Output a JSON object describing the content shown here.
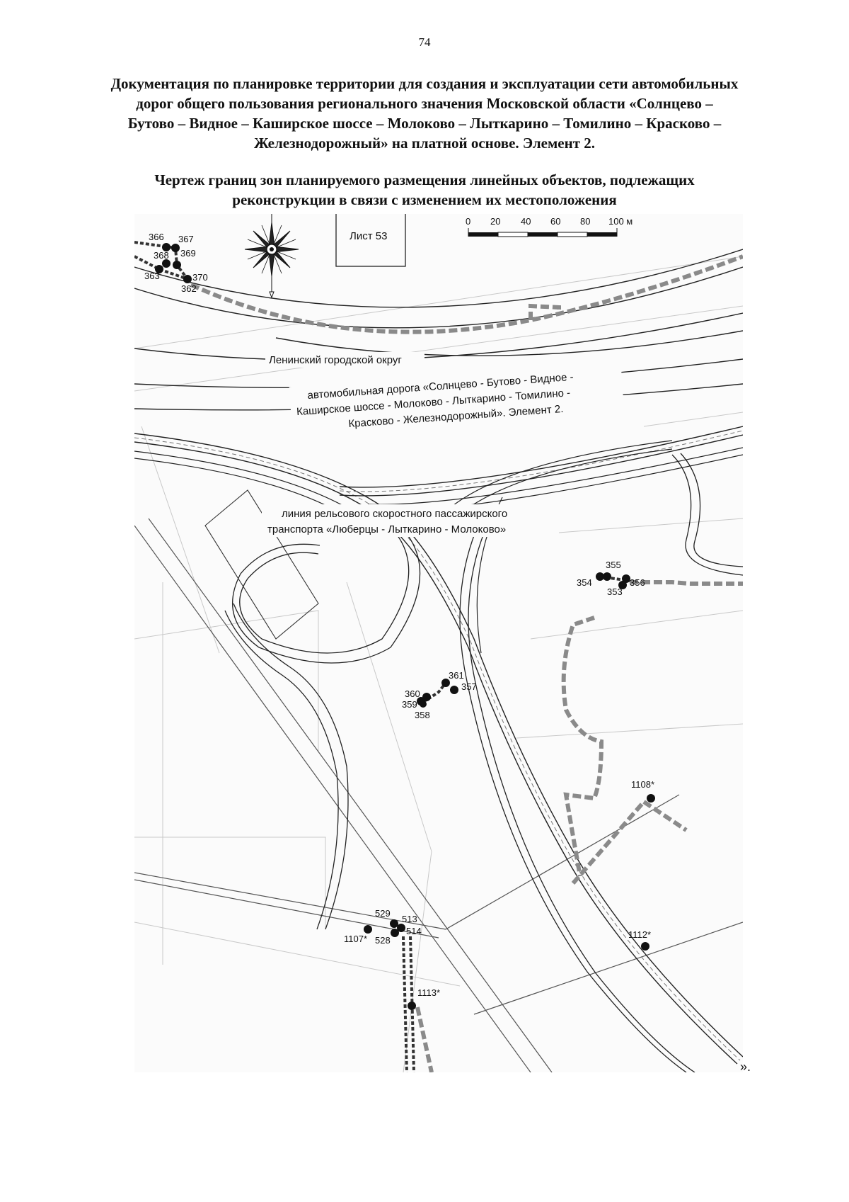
{
  "page": {
    "number": "74",
    "title_lines": [
      "Документация по планировке территории для создания и эксплуатации сети автомобильных",
      "дорог общего пользования регионального значения Московской области «Солнцево –",
      "Бутово – Видное – Каширское шоссе – Молоково – Лыткарино – Томилино – Красково –",
      "Железнодорожный» на платной основе. Элемент 2."
    ],
    "drawing_title_lines": [
      "Чертеж границ зон планируемого размещения линейных объектов, подлежащих",
      "реконструкции в связи с изменением их местоположения"
    ],
    "closing_mark": "»."
  },
  "map": {
    "north_label": "N",
    "sheet_label": "Лист 53",
    "scale": {
      "ticks": [
        "0",
        "20",
        "40",
        "60",
        "80",
        "100 м"
      ]
    },
    "labels": {
      "district": "Ленинский городской округ",
      "road_lines": [
        "автомобильная дорога «Солнцево - Бутово - Видное -",
        "Каширское шоссе - Молоково - Лыткарино - Томилино -",
        "Красково - Железнодорожный». Элемент 2."
      ],
      "rail_lines": [
        "линия рельсового скоростного пассажирского",
        "транспорта «Люберцы - Лыткарино - Молоково»"
      ]
    },
    "points": {
      "p366": "366",
      "p367": "367",
      "p368": "368",
      "p369": "369",
      "p363": "363",
      "p370": "370",
      "p362": "362",
      "p355": "355",
      "p354": "354",
      "p356": "356",
      "p353": "353",
      "p361": "361",
      "p357": "357",
      "p360": "360",
      "p359": "359",
      "p358": "358",
      "p1108": "1108*",
      "p529": "529",
      "p513": "513",
      "p514": "514",
      "p1107": "1107*",
      "p528": "528",
      "p1112": "1112*",
      "p1113": "1113*"
    },
    "colors": {
      "boundary_dash": "#8a8a8a",
      "line": "#222222",
      "point": "#111111"
    }
  }
}
